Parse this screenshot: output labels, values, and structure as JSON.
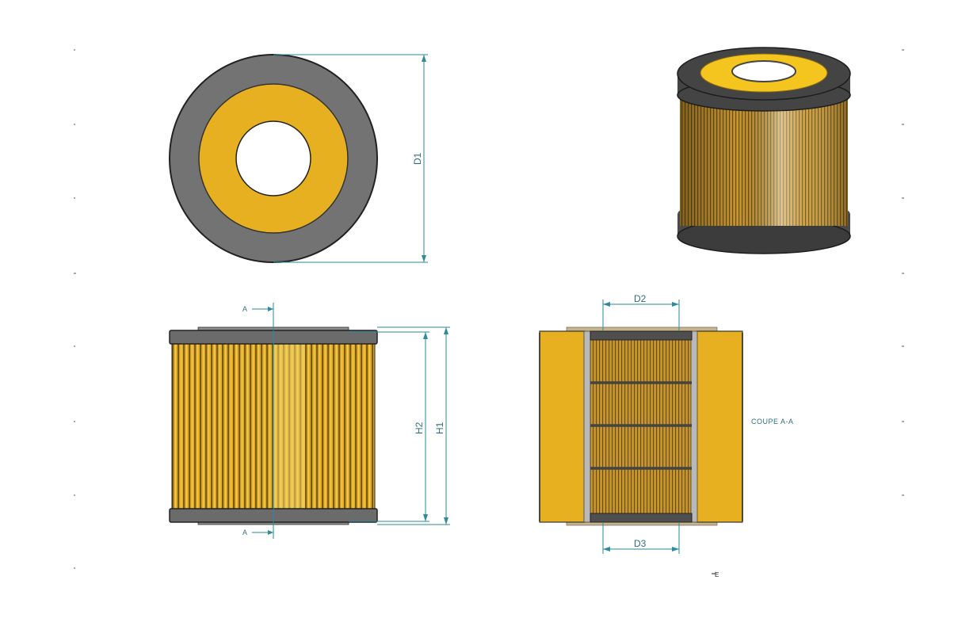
{
  "drawing": {
    "section_label": "COUPE A-A",
    "cut_marker": "A",
    "corner_mark": "E",
    "colors": {
      "media": "#e6b020",
      "media_dark": "#8a6410",
      "endcap": "#6f6f6f",
      "endcap_dark": "#3a3a3a",
      "dimension": "#2f8a99"
    }
  },
  "dimensions": {
    "d1": "D1",
    "d2": "D2",
    "d3": "D3",
    "h1": "H1",
    "h2": "H2"
  },
  "views": {
    "top": "top-view",
    "iso": "isometric-view",
    "front": "front-view",
    "section": "section-view"
  }
}
